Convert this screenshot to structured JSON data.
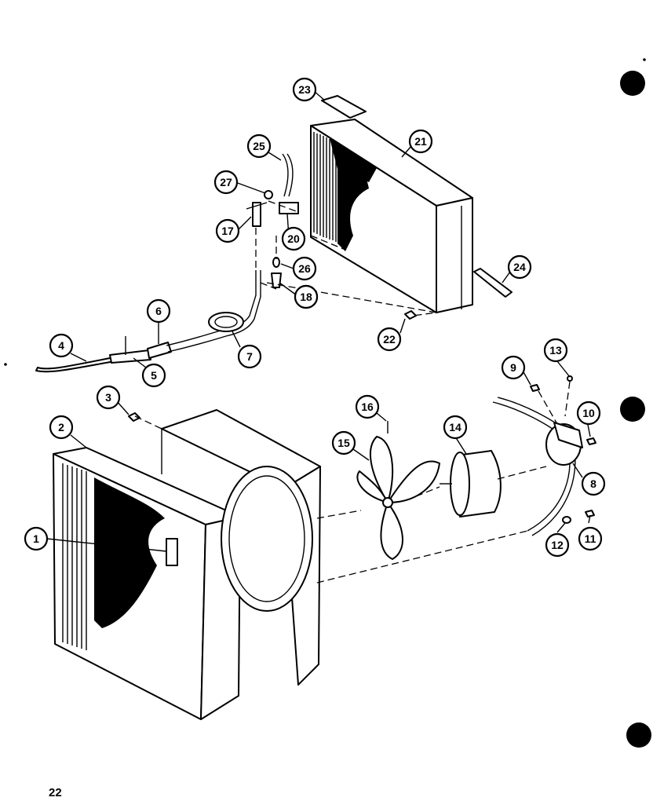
{
  "page_number": "22",
  "callouts": [
    {
      "label": "1"
    },
    {
      "label": "2"
    },
    {
      "label": "3"
    },
    {
      "label": "4"
    },
    {
      "label": "5"
    },
    {
      "label": "6"
    },
    {
      "label": "7"
    },
    {
      "label": "8"
    },
    {
      "label": "9"
    },
    {
      "label": "10"
    },
    {
      "label": "11"
    },
    {
      "label": "12"
    },
    {
      "label": "13"
    },
    {
      "label": "14"
    },
    {
      "label": "15"
    },
    {
      "label": "16"
    },
    {
      "label": "16"
    },
    {
      "label": "17"
    },
    {
      "label": "18"
    },
    {
      "label": "20"
    },
    {
      "label": "21"
    },
    {
      "label": "22"
    },
    {
      "label": "23"
    },
    {
      "label": "24"
    },
    {
      "label": "25"
    },
    {
      "label": "26"
    },
    {
      "label": "27"
    }
  ]
}
